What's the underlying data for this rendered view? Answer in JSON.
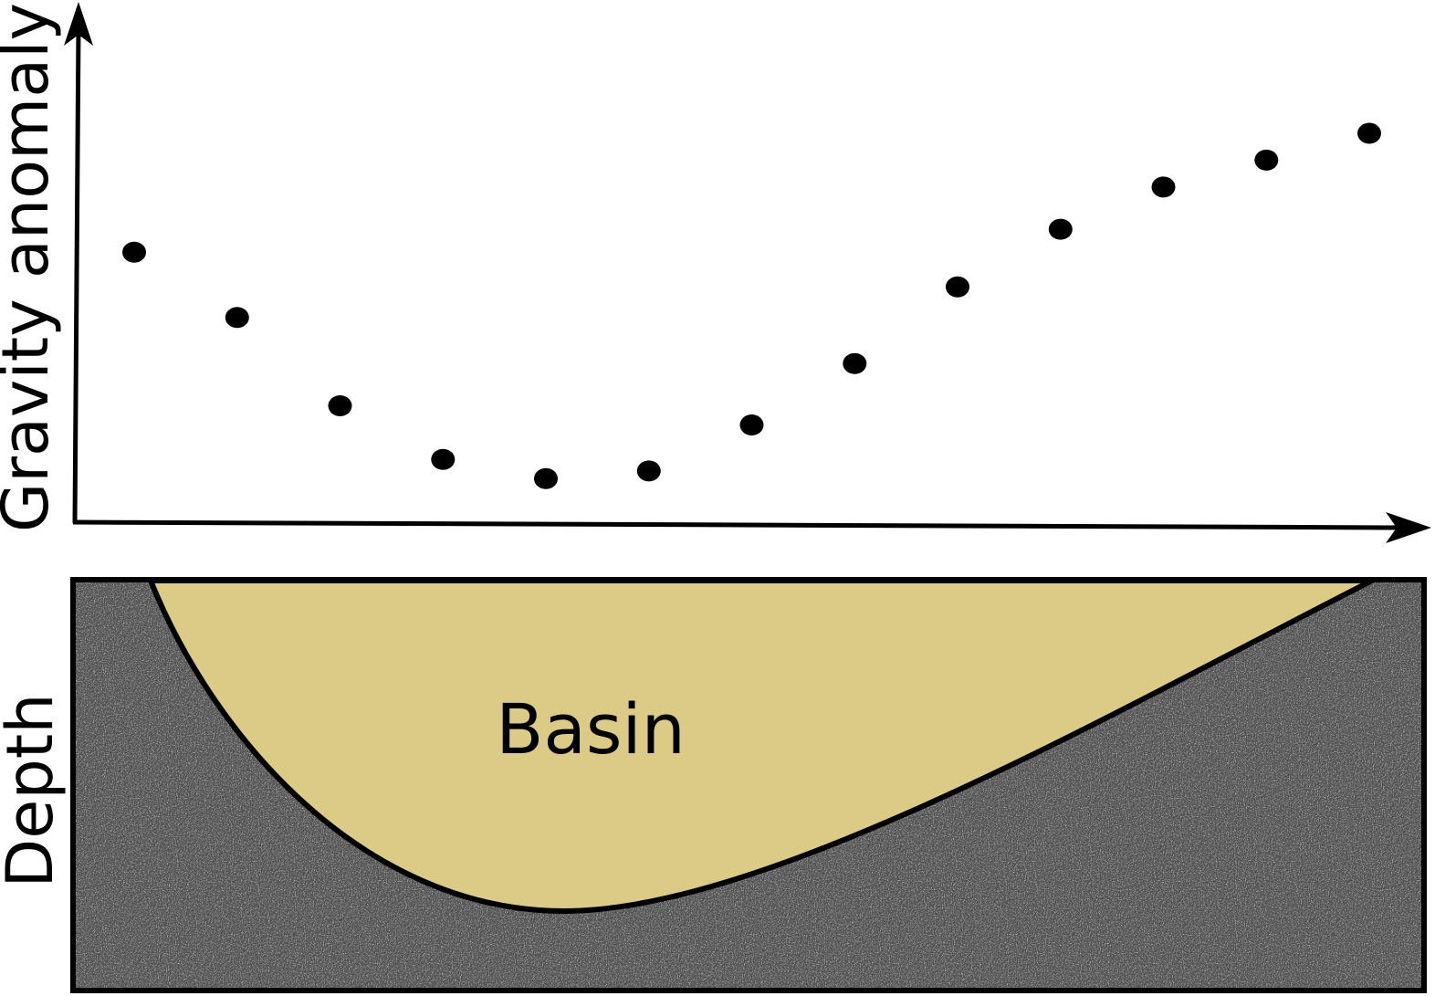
{
  "upper_panel": {
    "y_axis_label": "Gravity anomaly"
  },
  "lower_panel": {
    "y_axis_label": "Depth",
    "basin_label": "Basin"
  },
  "colors": {
    "ink": "#000000",
    "basin_fill": "#dccb87",
    "bedrock_base": "#5a5a5a",
    "background": "#ffffff"
  },
  "chart_data": {
    "type": "scatter",
    "series": [
      {
        "x": [
          1,
          2,
          3,
          4,
          5,
          6,
          7,
          8,
          9,
          10,
          11,
          12,
          13
        ],
        "y": [
          0.72,
          0.55,
          0.32,
          0.18,
          0.13,
          0.15,
          0.27,
          0.43,
          0.63,
          0.78,
          0.89,
          0.96,
          1.03
        ]
      }
    ],
    "grid": false
  }
}
